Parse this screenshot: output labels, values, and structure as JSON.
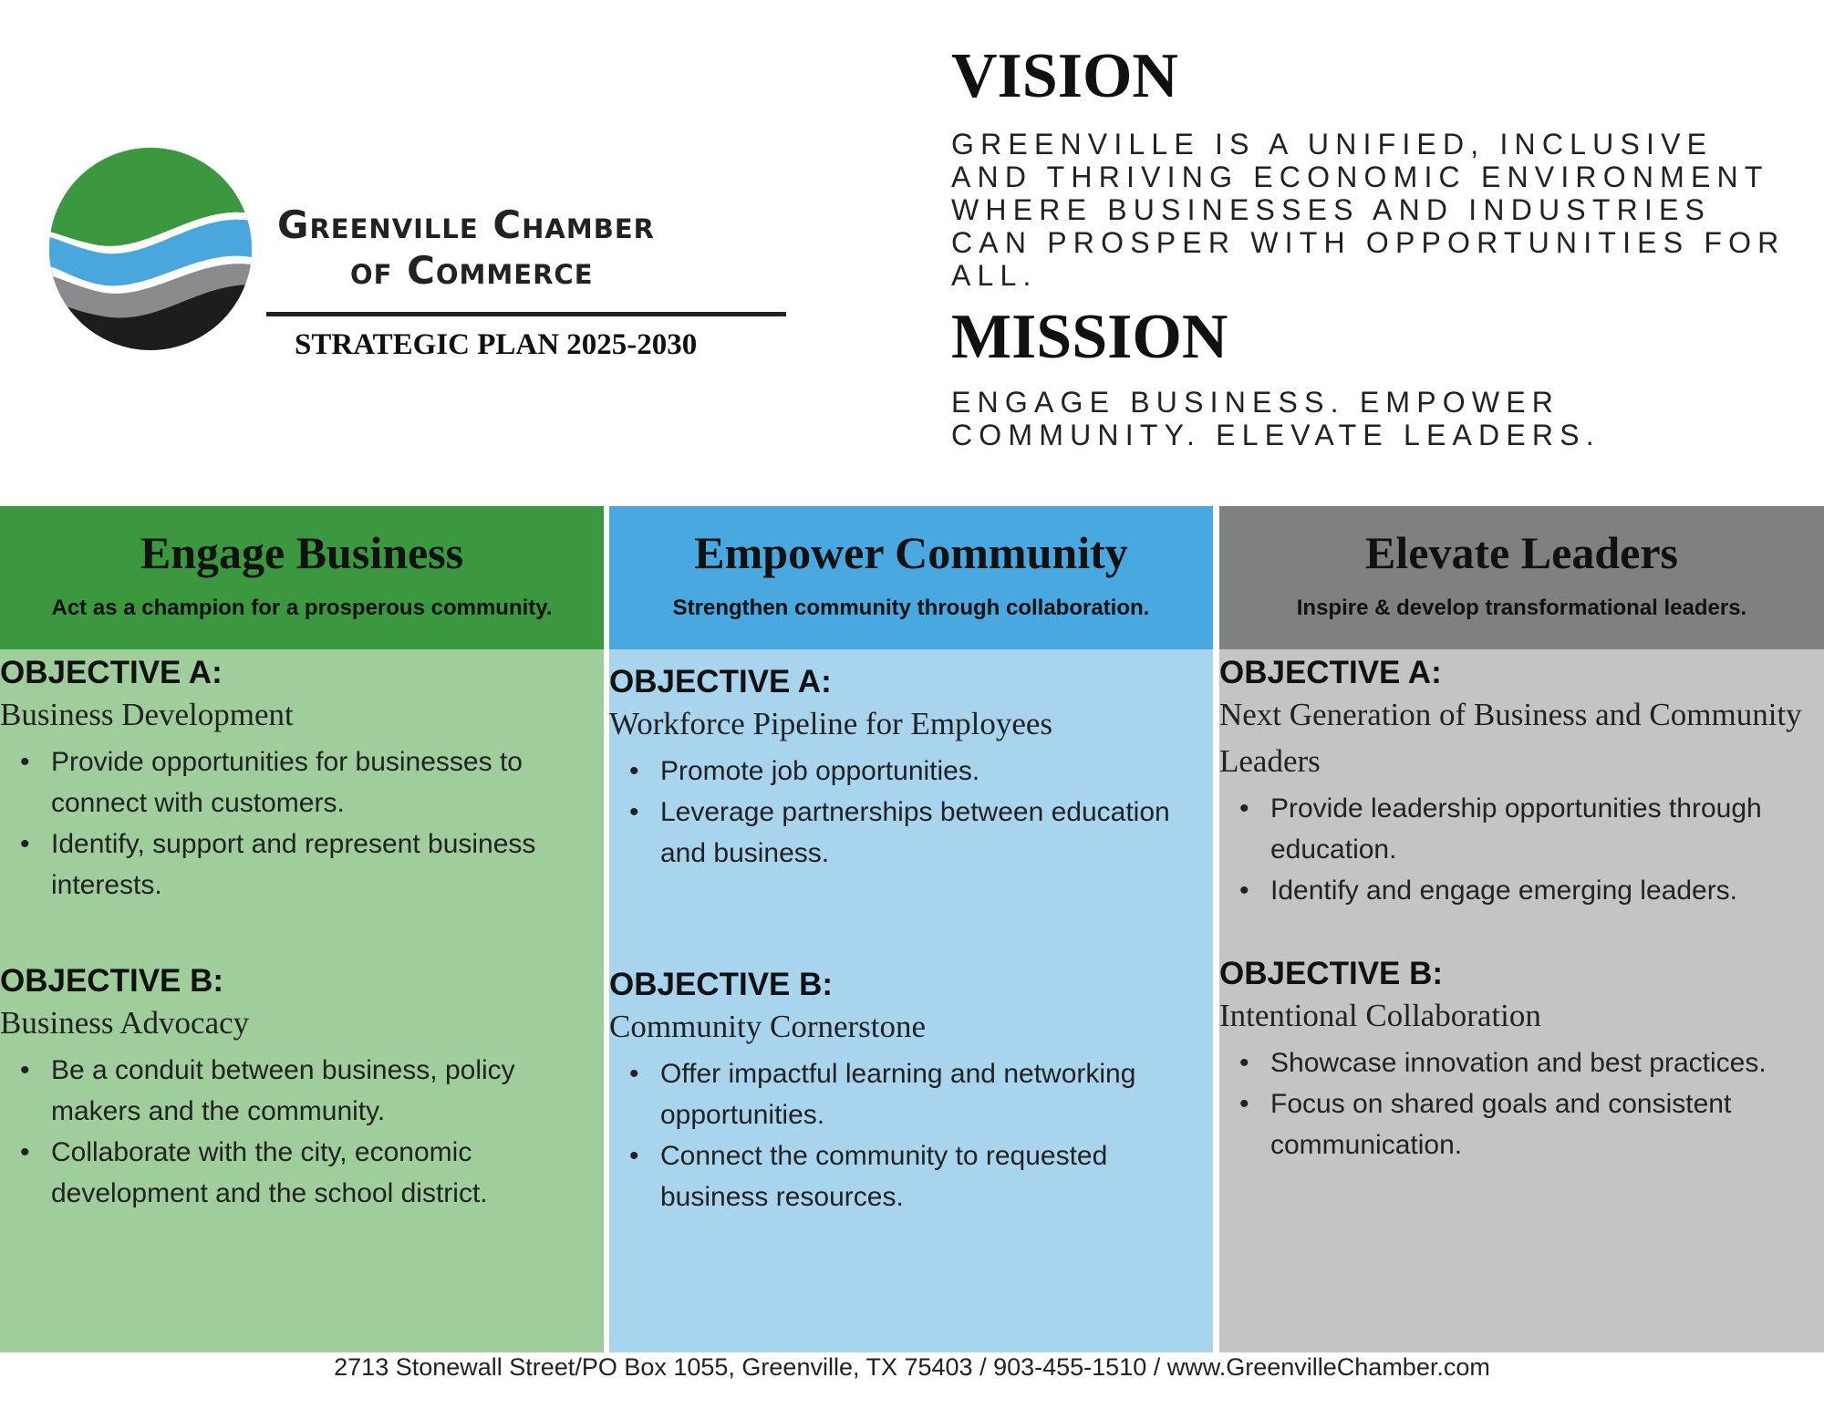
{
  "header": {
    "org_line1": "Greenville Chamber",
    "org_line2": "of Commerce",
    "plan": "STRATEGIC PLAN 2025-2030",
    "vision_title": "VISION",
    "vision_lines": [
      "GREENVILLE IS A UNIFIED, INCLUSIVE",
      "AND THRIVING ECONOMIC ENVIRONMENT",
      "WHERE BUSINESSES AND INDUSTRIES",
      "CAN PROSPER WITH OPPORTUNITIES FOR",
      "ALL."
    ],
    "mission_title": "MISSION",
    "mission_lines": [
      "ENGAGE BUSINESS. EMPOWER",
      "COMMUNITY. ELEVATE LEADERS."
    ]
  },
  "colors": {
    "green": "#3b983f",
    "light_green": "#9fcd9b",
    "blue": "#48a8df",
    "light_blue": "#a8d4ee",
    "gray": "#7f8080",
    "light_gray": "#c4c4c4"
  },
  "columns": [
    {
      "title": "Engage Business",
      "subtitle": "Act as a champion for a prosperous community.",
      "objectives": [
        {
          "label": "OBJECTIVE A:",
          "name": "Business Development",
          "bullets": [
            "Provide opportunities for businesses to connect with customers.",
            "Identify, support and represent business interests."
          ]
        },
        {
          "label": "OBJECTIVE B:",
          "name": "Business Advocacy",
          "bullets": [
            "Be a conduit between business, policy makers and the community.",
            "Collaborate with the city, economic development and the school district."
          ]
        }
      ]
    },
    {
      "title": "Empower Community",
      "subtitle": "Strengthen community through collaboration.",
      "objectives": [
        {
          "label": "OBJECTIVE A:",
          "name": "Workforce Pipeline for Employees",
          "bullets": [
            "Promote job opportunities.",
            "Leverage partnerships between education and business."
          ]
        },
        {
          "label": "OBJECTIVE B:",
          "name": "Community Cornerstone",
          "bullets": [
            "Offer impactful learning and networking opportunities.",
            "Connect the community to requested business resources."
          ]
        }
      ]
    },
    {
      "title": "Elevate Leaders",
      "subtitle": "Inspire & develop transformational leaders.",
      "objectives": [
        {
          "label": "OBJECTIVE A:",
          "name": "Next Generation of Business and Community Leaders",
          "bullets": [
            "Provide leadership opportunities through education.",
            "Identify and engage emerging leaders."
          ]
        },
        {
          "label": "OBJECTIVE B:",
          "name": "Intentional Collaboration",
          "bullets": [
            "Showcase innovation and best practices.",
            "Focus on shared goals and consistent communication."
          ]
        }
      ]
    }
  ],
  "footer": "2713 Stonewall Street/PO Box 1055, Greenville, TX 75403 / 903-455-1510 / www.GreenvilleChamber.com"
}
